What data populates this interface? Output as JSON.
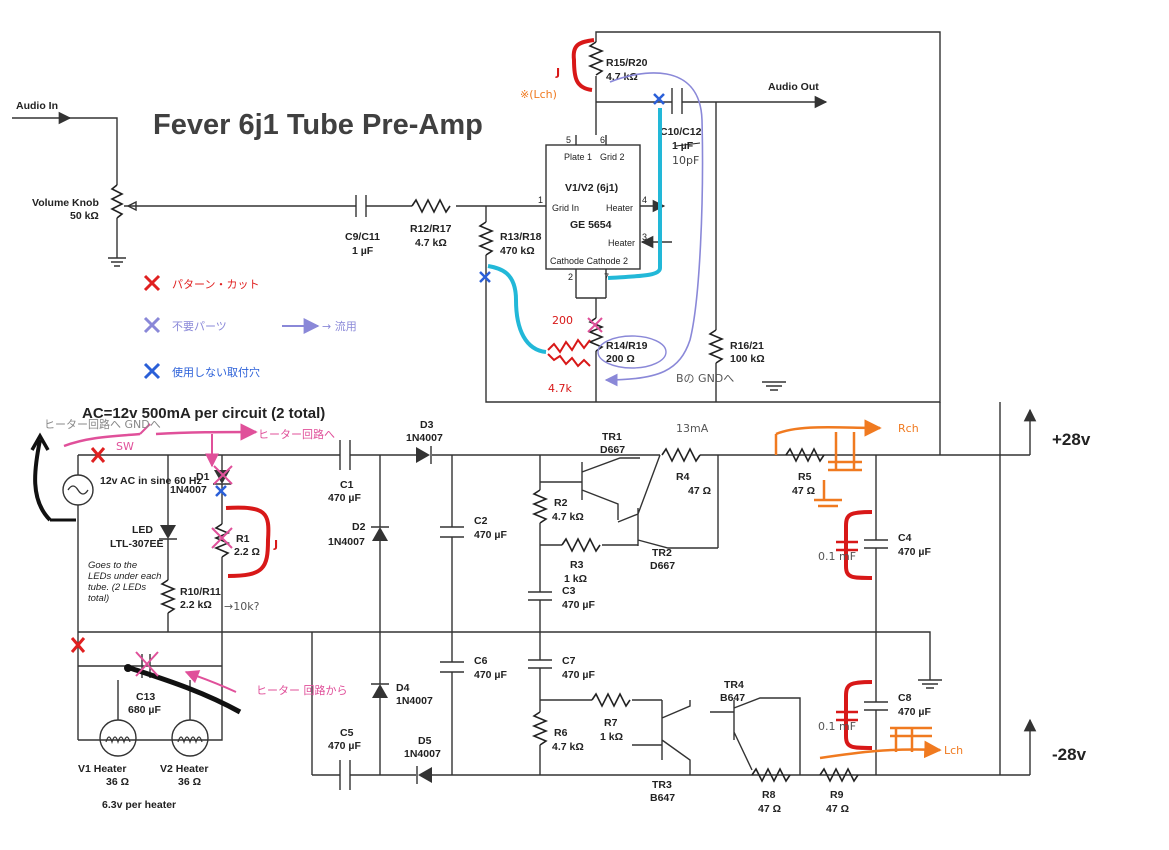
{
  "colors": {
    "wire": "#333333",
    "cut_mark": "#e02020",
    "unused_mark": "#2a5fd8",
    "cyan_wire": "#22b8d8",
    "orange": "#f07a20",
    "pink": "#e0509a",
    "red_marker": "#d81818",
    "purple": "#8a88d8"
  },
  "title": "Fever 6j1 Tube Pre-Amp",
  "io": {
    "audio_in": "Audio In",
    "audio_out": "Audio Out",
    "v_pos": "+28v",
    "v_neg": "-28v"
  },
  "supply": {
    "header": "AC=12v 500mA per circuit (2 total)",
    "source": "12v AC in sine 60 Hz",
    "heater_note": "6.3v per heater"
  },
  "tube": {
    "name": "V1/V2 (6j1)",
    "part": "GE 5654",
    "pin_plate": "Plate 1",
    "pin_grid2": "Grid 2",
    "pin_gridin": "Grid In",
    "pin_heater_a": "Heater",
    "pin_heater_b": "Heater",
    "pin_cathode": "Cathode Cathode 2",
    "p5": "5",
    "p6": "6",
    "p1": "1",
    "p4": "4",
    "p3": "3",
    "p2": "2",
    "p7": "7"
  },
  "components": {
    "volume": {
      "name": "Volume Knob",
      "value": "50 kΩ"
    },
    "c9": {
      "name": "C9/C11",
      "value": "1 µF"
    },
    "r12": {
      "name": "R12/R17",
      "value": "4.7 kΩ"
    },
    "r13": {
      "name": "R13/R18",
      "value": "470 kΩ"
    },
    "r15": {
      "name": "R15/R20",
      "value": "4.7 kΩ"
    },
    "c10": {
      "name": "C10/C12",
      "value": "1 µF"
    },
    "r14": {
      "name": "R14/R19",
      "value": "200 Ω"
    },
    "r16": {
      "name": "R16/21",
      "value": "100 kΩ"
    },
    "d1": {
      "name": "D1",
      "value": "1N4007"
    },
    "led": {
      "name": "LED",
      "value": "LTL-307EE"
    },
    "r1": {
      "name": "R1",
      "value": "2.2 Ω"
    },
    "r10": {
      "name": "R10/R11",
      "value": "2.2 kΩ"
    },
    "led_note": "Goes to the LEDs under each tube. (2 LEDs total)",
    "c13": {
      "name": "C13",
      "value": "680 µF"
    },
    "v1h": {
      "name": "V1 Heater",
      "value": "36 Ω"
    },
    "v2h": {
      "name": "V2 Heater",
      "value": "36 Ω"
    },
    "c1": {
      "name": "C1",
      "value": "470 µF"
    },
    "d3": {
      "name": "D3",
      "value": "1N4007"
    },
    "d2": {
      "name": "D2",
      "value": "1N4007"
    },
    "c2": {
      "name": "C2",
      "value": "470 µF"
    },
    "r2": {
      "name": "R2",
      "value": "4.7 kΩ"
    },
    "r3": {
      "name": "R3",
      "value": "1 kΩ"
    },
    "tr1": {
      "name": "TR1",
      "value": "D667"
    },
    "tr2": {
      "name": "TR2",
      "value": "D667"
    },
    "r4": {
      "name": "R4",
      "value": "47 Ω"
    },
    "r5": {
      "name": "R5",
      "value": "47 Ω"
    },
    "c4": {
      "name": "C4",
      "value": "470 µF"
    },
    "c3": {
      "name": "C3",
      "value": "470 µF"
    },
    "c5": {
      "name": "C5",
      "value": "470 µF"
    },
    "d4": {
      "name": "D4",
      "value": "1N4007"
    },
    "d5": {
      "name": "D5",
      "value": "1N4007"
    },
    "c6": {
      "name": "C6",
      "value": "470 µF"
    },
    "c7": {
      "name": "C7",
      "value": "470 µF"
    },
    "r6": {
      "name": "R6",
      "value": "4.7 kΩ"
    },
    "r7": {
      "name": "R7",
      "value": "1 kΩ"
    },
    "tr3": {
      "name": "TR3",
      "value": "B647"
    },
    "tr4": {
      "name": "TR4",
      "value": "B647"
    },
    "r8": {
      "name": "R8",
      "value": "47 Ω"
    },
    "r9": {
      "name": "R9",
      "value": "47 Ω"
    },
    "c8": {
      "name": "C8",
      "value": "470 µF"
    }
  },
  "legend": [
    {
      "mark": "×",
      "color": "#e02020",
      "text": "パターン・カット",
      "icon": "cross-mark-icon"
    },
    {
      "mark": "×",
      "color": "#8a88d8",
      "text": "不要パーツ",
      "arrow": "→ 流用",
      "icon": "cross-mark-icon"
    },
    {
      "mark": "×",
      "color": "#2a5fd8",
      "text": "使用しない取付穴",
      "icon": "cross-mark-icon"
    }
  ],
  "notes": {
    "j": "J",
    "r14_top": "200",
    "r14_bottom": "4.7k",
    "c10_hand": "10pF",
    "gnd_hand": "Bの GNDへ",
    "r10_hand": "→10k?",
    "rch": "Rch",
    "lch": "Lch",
    "ma": "13mA",
    "c4_hand": "0.1 mF",
    "c8_hand": "0.1 mF",
    "sw": "SW",
    "heater_to": "ヒーター回路へ",
    "heater_gnd": "ヒーター回路へ GNDへ",
    "heater_from": "ヒーター 回路から",
    "r15_hand": "※(Lch)"
  }
}
